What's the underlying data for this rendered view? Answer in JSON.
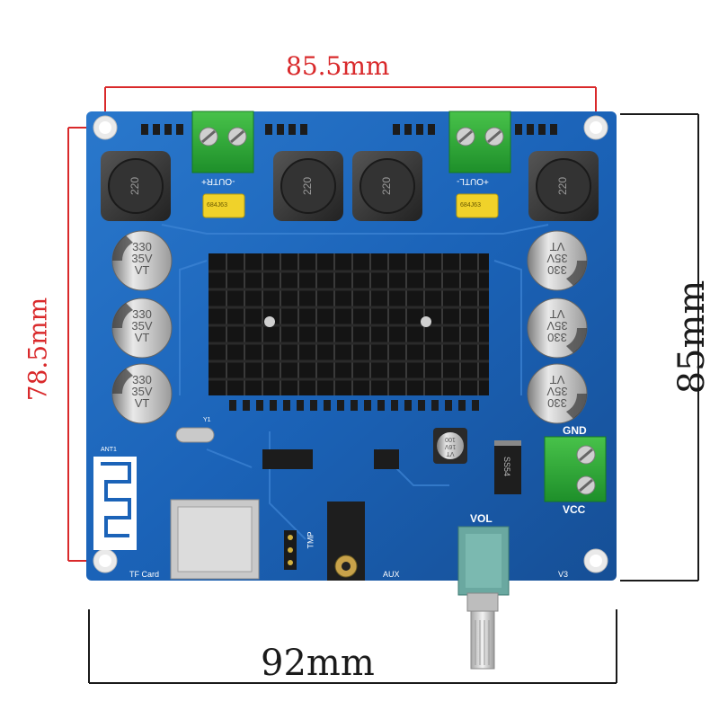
{
  "dimensions": {
    "top_width": "85.5mm",
    "left_height": "78.5mm",
    "right_height": "85mm",
    "bottom_width": "92mm",
    "line_color_red": "#d9292b",
    "line_color_black": "#1a1a1a"
  },
  "board": {
    "color": "#1b63b8",
    "labels": {
      "out_r": "-OUTR+",
      "out_l": "+OUTL-",
      "gnd": "GND",
      "vcc": "VCC",
      "vol": "VOL",
      "tf_card": "TF Card",
      "aux": "AUX",
      "ant": "ANT1",
      "version": "V3",
      "tmp": "TMP"
    },
    "inductors": [
      "220",
      "220",
      "220",
      "220"
    ],
    "film_caps": [
      "684J63",
      "684J63"
    ],
    "electrolytic_caps_left": [
      {
        "l1": "330",
        "l2": "35V",
        "l3": "VT"
      },
      {
        "l1": "330",
        "l2": "35V",
        "l3": "VT"
      },
      {
        "l1": "330",
        "l2": "35V",
        "l3": "VT"
      }
    ],
    "electrolytic_caps_right": [
      {
        "l1": "VT",
        "l2": "35V",
        "l3": "330"
      },
      {
        "l1": "VT",
        "l2": "35V",
        "l3": "330"
      },
      {
        "l1": "VT",
        "l2": "35V",
        "l3": "330"
      }
    ],
    "small_cap": {
      "l1": "100",
      "l2": "16V",
      "l3": "VT"
    },
    "diode": "SS54",
    "crystal": "Y1"
  },
  "icons": [
    "mounting-hole-icon",
    "antenna-trace-icon",
    "potentiometer-icon",
    "heatsink-icon"
  ]
}
